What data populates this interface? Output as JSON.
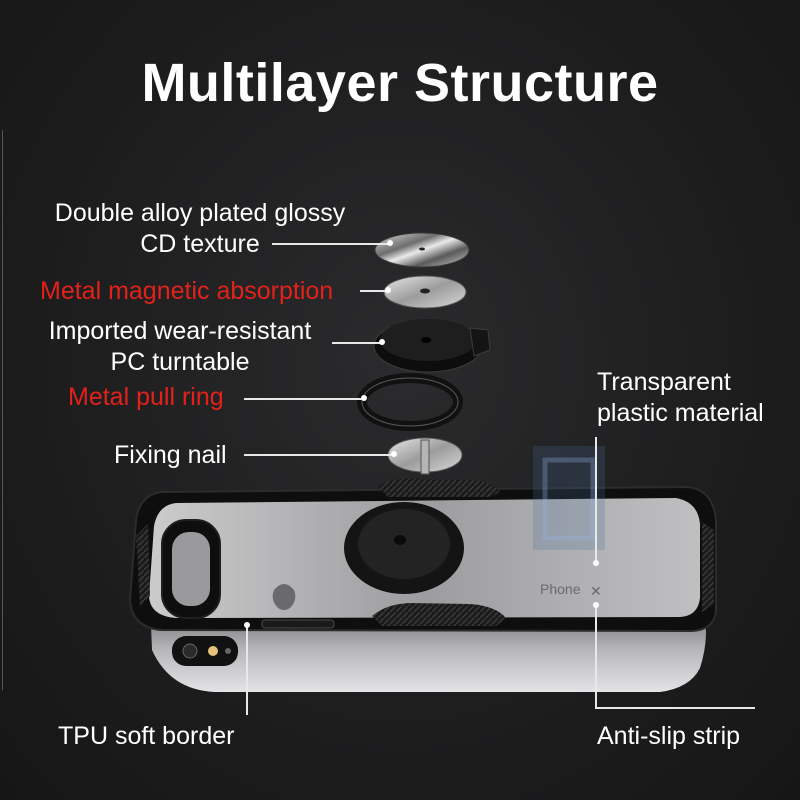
{
  "title": "Multilayer Structure",
  "labels": {
    "cd_texture_line1": "Double alloy plated glossy",
    "cd_texture_line2": "CD texture",
    "magnetic": "Metal magnetic absorption",
    "turntable_line1": "Imported wear-resistant",
    "turntable_line2": "PC turntable",
    "pull_ring": "Metal pull ring",
    "fixing_nail": "Fixing nail",
    "transparent_line1": "Transparent",
    "transparent_line2": "plastic material",
    "tpu_border": "TPU soft border",
    "anti_slip": "Anti-slip strip"
  },
  "colors": {
    "background": "#1e1e1f",
    "text": "#ffffff",
    "highlight": "#e3211b"
  }
}
